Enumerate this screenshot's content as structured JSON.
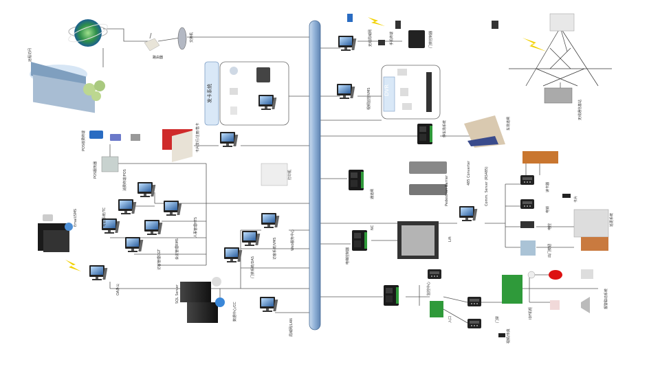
{
  "labels": {
    "satellite": "远程访问",
    "router": "路由器",
    "switch": "交换机",
    "pos_terminal": "POS收费终端",
    "pos_server": "POS服务器",
    "card_issue": "售卡发卡设备",
    "card_dist": "卡片发行/注册/售卡",
    "front_system": "发卡系统",
    "consume_pos": "消费终端/POS",
    "attendance": "考勤系统/TC",
    "ems": "Email/SMS",
    "hts": "人事管理HTS",
    "rms": "会议管理RMS",
    "cgt": "访客管理CGT",
    "oa": "OA办公",
    "sql": "SQL Server",
    "data_center": "数据中心/CC",
    "das": "门禁系统/DAS",
    "vms": "访客系统/VMS",
    "web": "Web服务中心",
    "lan": "局域网/LAN",
    "wlan": "无线局域网",
    "phone": "手机终端",
    "access_ctrl": "门禁控制器",
    "video_sys": "视频监控/VMS",
    "dvr": "DVR",
    "parking": "停车场系统",
    "turnstile": "通道闸",
    "pedestrian": "Pedestrian Barrier",
    "rs485": "485 Converter",
    "comm_server": "Comm. Server (RS485)",
    "elevator": "电梯控制器",
    "nc": "NC",
    "lift": "Lift",
    "door": "门禁",
    "reader": "读卡器",
    "lock": "电锁",
    "exit": "出门按钮",
    "tower": "无线通信基站",
    "idf": "IDF机柜",
    "alarm": "报警联动系统",
    "camera": "摄像机",
    "card": "卡片",
    "printer": "打印机",
    "patrol": "巡更系统",
    "monitor": "监控中心",
    "electric": "电控",
    "video_fax": "视频/传真",
    "parking_gate": "车场道闸",
    "entry": "入口"
  },
  "colors": {
    "bus": "#9bb8d9",
    "bus_edge": "#4a6d96",
    "line": "#555555",
    "lightning": "#f2d100"
  }
}
